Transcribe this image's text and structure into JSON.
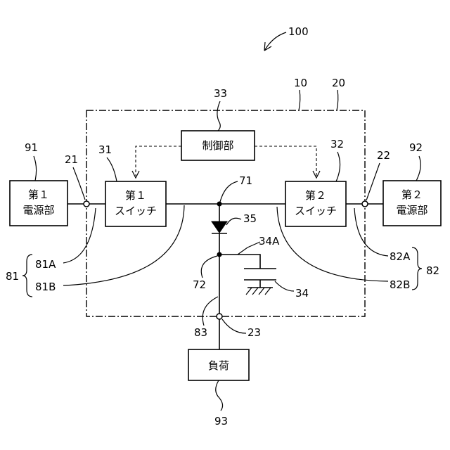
{
  "figure_ref": "100",
  "frame_labels": {
    "inner": "10",
    "outer": "20"
  },
  "blocks": {
    "controller": {
      "ref": "33",
      "label": "制御部"
    },
    "switch1": {
      "ref": "31",
      "line1": "第１",
      "line2": "スイッチ"
    },
    "switch2": {
      "ref": "32",
      "line1": "第２",
      "line2": "スイッチ"
    },
    "power1": {
      "ref": "91",
      "line1": "第１",
      "line2": "電源部"
    },
    "power2": {
      "ref": "92",
      "line1": "第２",
      "line2": "電源部"
    },
    "load": {
      "ref": "93",
      "label": "負荷"
    }
  },
  "terminals": {
    "t1": "21",
    "t2": "22",
    "t3": "23"
  },
  "nodes": {
    "n71": "71",
    "n72": "72"
  },
  "diode": "35",
  "capacitor": {
    "ref": "34",
    "terminal": "34A"
  },
  "wiring": {
    "w81": "81",
    "w81a": "81A",
    "w81b": "81B",
    "w82": "82",
    "w82a": "82A",
    "w82b": "82B",
    "w83": "83"
  }
}
